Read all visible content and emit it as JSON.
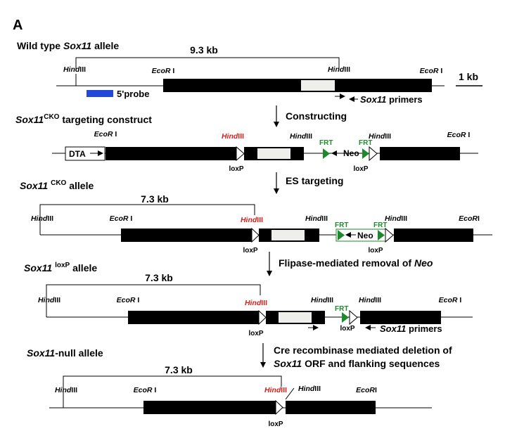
{
  "panel_label": "A",
  "scale_bar": "1 kb",
  "colors": {
    "exon": "#000000",
    "utr": "#eeeeea",
    "probe": "#1f49d6",
    "red_site": "#e0201a",
    "frt": "#1c8a2a",
    "line": "#000000"
  },
  "wt": {
    "title_pre": "Wild type ",
    "title_ital": "Sox11",
    "title_post": " allele",
    "fragment": "9.3 kb",
    "hind1_i": "Hind",
    "hind1_r": "III",
    "ecor1_i": "EcoR",
    "ecor1_r": " I",
    "hind2_i": "Hind",
    "hind2_r": "III",
    "ecor2_i": "EcoR",
    "ecor2_r": " I",
    "probe_label": "5'probe",
    "primers_ital": "Sox11",
    "primers_post": " primers"
  },
  "step1": "Constructing",
  "cko_construct": {
    "title_ital": "Sox11",
    "title_sup": "CKO",
    "title_post": " targeting construct",
    "dta": "DTA",
    "ecor_i": "EcoR",
    "ecor_r": " I",
    "hindred_i": "Hind",
    "hindred_r": "III",
    "hind1_i": "Hind",
    "hind1_r": "III",
    "frt1": "FRT",
    "frt2": "FRT",
    "neo": "Neo",
    "hind2_i": "Hind",
    "hind2_r": "III",
    "ecor2_i": "EcoR",
    "ecor2_r": " I",
    "loxp1": "loxP",
    "loxp2": "loxP"
  },
  "step2": "ES targeting",
  "cko_allele": {
    "title_ital": "Sox11 ",
    "title_sup": "CKO",
    "title_post": " allele",
    "fragment": "7.3 kb",
    "hind0_i": "Hind",
    "hind0_r": "III",
    "ecor_i": "EcoR",
    "ecor_r": " I",
    "hindred_i": "Hind",
    "hindred_r": "III",
    "hind1_i": "Hind",
    "hind1_r": "III",
    "frt1": "FRT",
    "frt2": "FRT",
    "neo": "Neo",
    "hind2_i": "Hind",
    "hind2_r": "III",
    "ecor2_i": "EcoR",
    "ecor2_r": "I",
    "loxp1": "loxP",
    "loxp2": "loxP"
  },
  "step3_pre": "Flipase-mediated removal of ",
  "step3_ital": "Neo",
  "loxp_allele": {
    "title_ital": "Sox11 ",
    "title_sup": "loxP",
    "title_post": " allele",
    "fragment": "7.3 kb",
    "hind0_i": "Hind",
    "hind0_r": "III",
    "ecor_i": "EcoR",
    "ecor_r": " I",
    "hindred_i": "Hind",
    "hindred_r": "III",
    "hind1_i": "Hind",
    "hind1_r": "III",
    "frt": "FRT",
    "hind2_i": "Hind",
    "hind2_r": "III",
    "ecor2_i": "EcoR",
    "ecor2_r": " I",
    "loxp1": "loxP",
    "loxp2": "loxP",
    "primers_ital": "Sox11",
    "primers_post": " primers"
  },
  "step4_line1": "Cre recombinase mediated deletion of",
  "step4_ital": "Sox11",
  "step4_post": " ORF and flanking sequences",
  "null_allele": {
    "title_ital": "Sox11",
    "title_post": "-null allele",
    "fragment": "7.3 kb",
    "hind0_i": "Hind",
    "hind0_r": "III",
    "ecor_i": "EcoR",
    "ecor_r": " I",
    "hindred_i": "Hind",
    "hindred_r": "III",
    "hind1_i": "Hind",
    "hind1_r": "III",
    "ecor2_i": "EcoR",
    "ecor2_r": "I",
    "loxp": "loxP"
  }
}
